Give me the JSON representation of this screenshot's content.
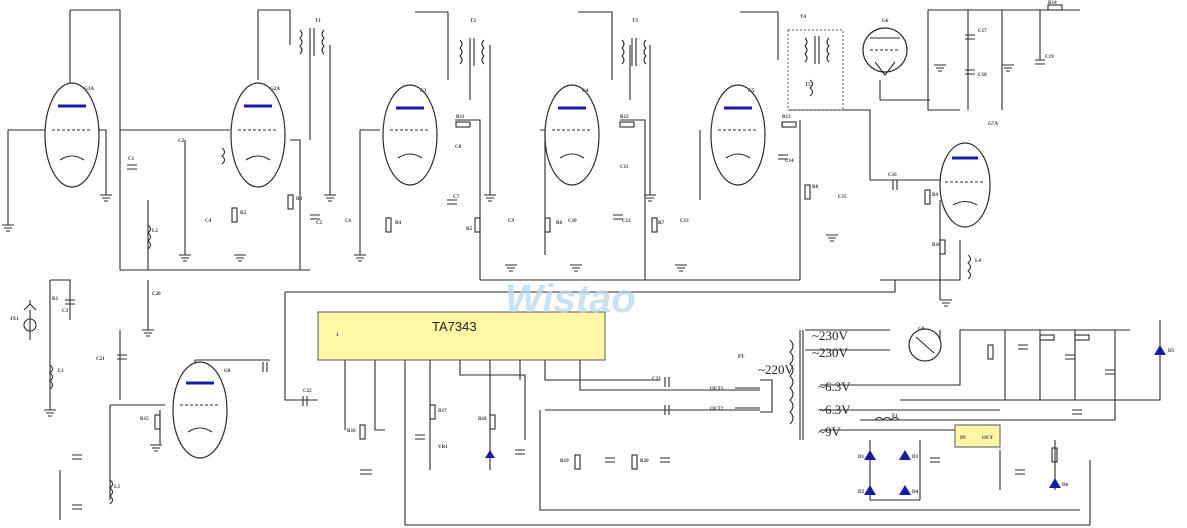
{
  "diagram": {
    "ic": {
      "name": "TA7343",
      "pin1": "1"
    },
    "watermark": "Wistao",
    "transformer": {
      "pt": "PT",
      "mains": "~220V",
      "secondaries": [
        "~230V",
        "~230V",
        "~6.3V",
        "~6.3V",
        "~9V"
      ]
    },
    "outputs": [
      "OUT1",
      "OUT2"
    ],
    "regulator": {
      "in": "IN",
      "out": "OUT"
    },
    "tube_labels": [
      "G1A",
      "G2A",
      "G3",
      "G4",
      "G5",
      "G6",
      "G7A",
      "G8",
      "G9"
    ],
    "component_labels": [
      "T1",
      "T2",
      "T3",
      "T4",
      "T5",
      "C1",
      "C2",
      "C3",
      "C4",
      "C5",
      "C6",
      "C7",
      "C8",
      "C9",
      "C10",
      "C11",
      "C12",
      "C13",
      "C14",
      "C15",
      "C16",
      "C17",
      "C18",
      "C19",
      "C20",
      "C21",
      "C22",
      "C23",
      "R1",
      "R2",
      "R3",
      "R4",
      "R5",
      "R6",
      "R7",
      "R8",
      "R9",
      "R10",
      "R11",
      "R12",
      "R13",
      "R14",
      "R15",
      "R16",
      "R17",
      "R18",
      "R19",
      "R20",
      "L1",
      "L2",
      "L3",
      "L4",
      "D1",
      "D2",
      "D3",
      "D4",
      "D5",
      "D6",
      "F1",
      "JX1",
      "VR1"
    ]
  },
  "colors": {
    "wire": "#2b2b2b",
    "plate": "#1a1aa8",
    "chip": "#fff6a6",
    "watermark": "#b9d7ec"
  }
}
